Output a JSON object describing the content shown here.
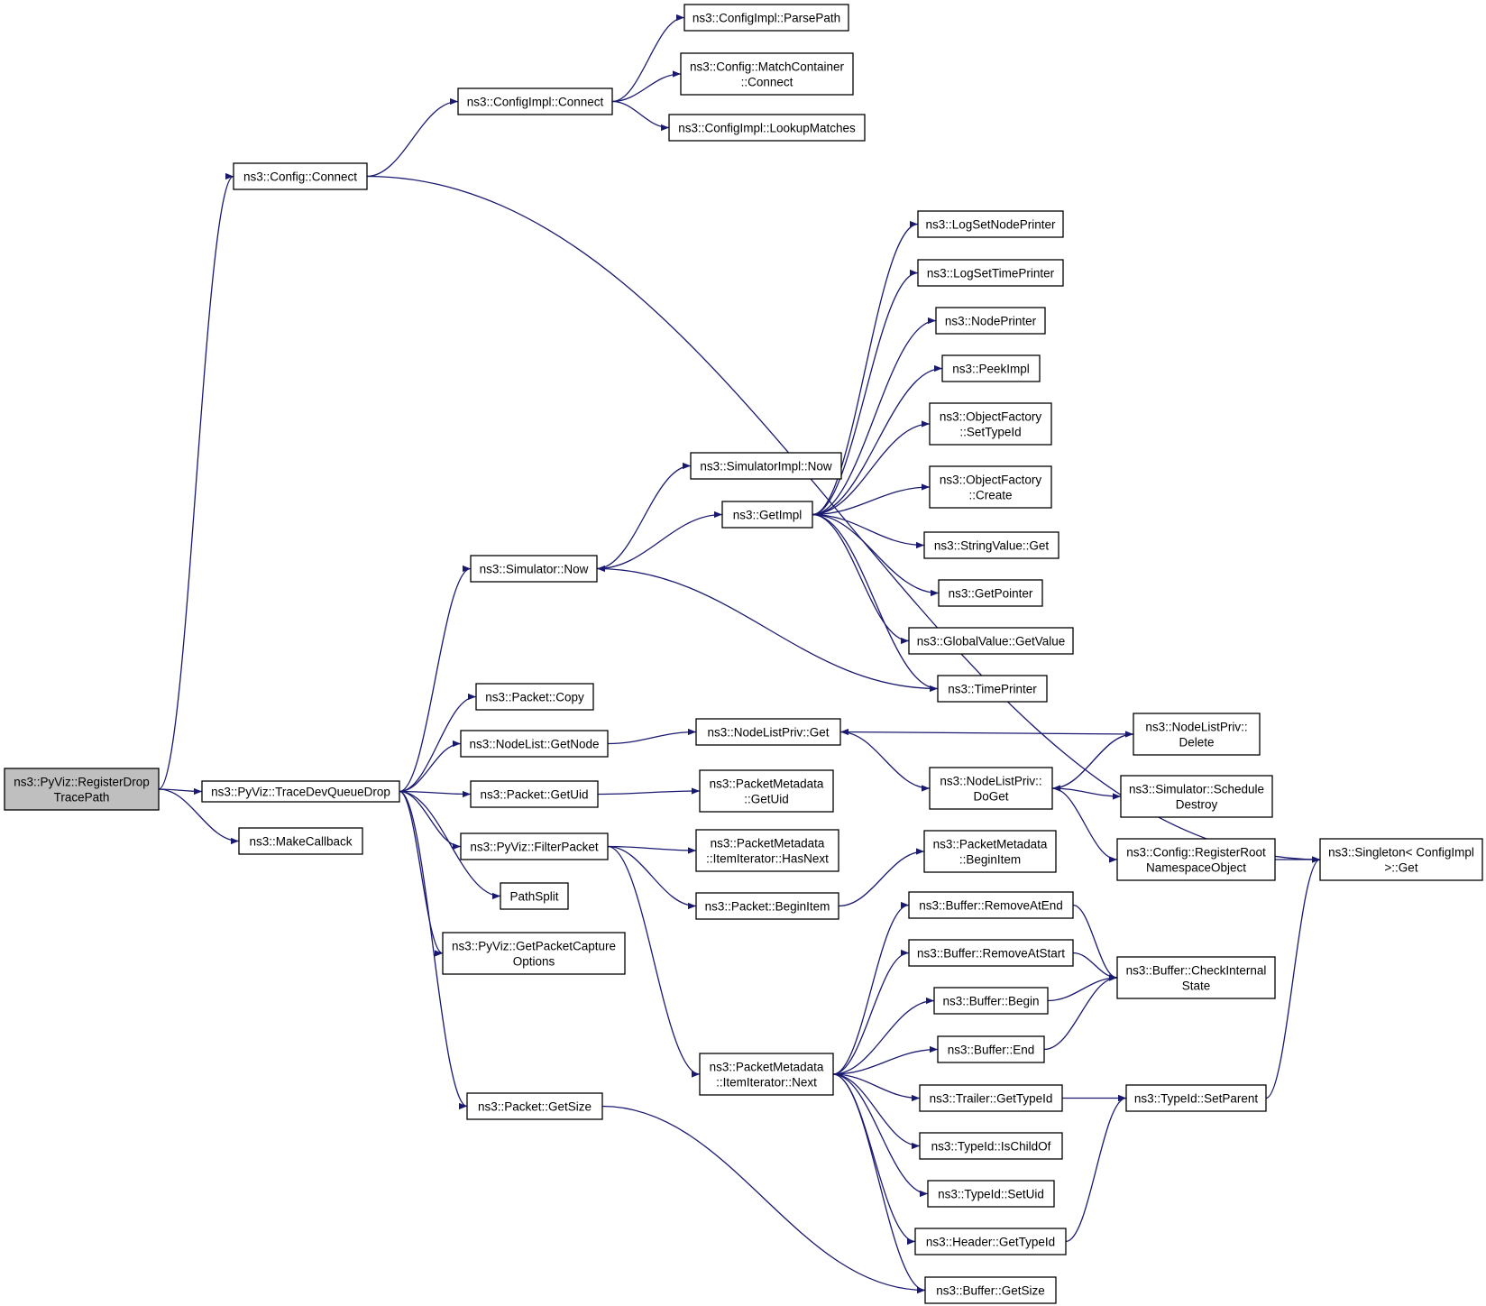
{
  "colors": {
    "edge": "#191970",
    "normal_border": "#000000",
    "truncated_border": "#ff0000",
    "root_fill": "#bfbfbf",
    "node_fill": "#ffffff"
  },
  "nodes": [
    {
      "id": "registerdrop",
      "lines": [
        "ns3::PyViz::RegisterDrop",
        "TracePath"
      ],
      "style": "root"
    },
    {
      "id": "config-connect",
      "lines": [
        "ns3::Config::Connect"
      ],
      "style": "normal"
    },
    {
      "id": "configimpl-connect",
      "lines": [
        "ns3::ConfigImpl::Connect"
      ],
      "style": "normal"
    },
    {
      "id": "configimpl-parsepath",
      "lines": [
        "ns3::ConfigImpl::ParsePath"
      ],
      "style": "normal"
    },
    {
      "id": "matchcontainer-connect",
      "lines": [
        "ns3::Config::MatchContainer",
        "::Connect"
      ],
      "style": "normal"
    },
    {
      "id": "configimpl-lookupmatches",
      "lines": [
        "ns3::ConfigImpl::LookupMatches"
      ],
      "style": "normal"
    },
    {
      "id": "tracedevqueuedrop",
      "lines": [
        "ns3::PyViz::TraceDevQueueDrop"
      ],
      "style": "normal"
    },
    {
      "id": "makecallback",
      "lines": [
        "ns3::MakeCallback"
      ],
      "style": "normal"
    },
    {
      "id": "simulator-now",
      "lines": [
        "ns3::Simulator::Now"
      ],
      "style": "normal"
    },
    {
      "id": "simulatorimpl-now",
      "lines": [
        "ns3::SimulatorImpl::Now"
      ],
      "style": "normal"
    },
    {
      "id": "getimpl",
      "lines": [
        "ns3::GetImpl"
      ],
      "style": "normal"
    },
    {
      "id": "logsetnodeprinter",
      "lines": [
        "ns3::LogSetNodePrinter"
      ],
      "style": "normal"
    },
    {
      "id": "logsettimeprinter",
      "lines": [
        "ns3::LogSetTimePrinter"
      ],
      "style": "truncated"
    },
    {
      "id": "nodeprinter",
      "lines": [
        "ns3::NodePrinter"
      ],
      "style": "truncated"
    },
    {
      "id": "peekimpl",
      "lines": [
        "ns3::PeekImpl"
      ],
      "style": "normal"
    },
    {
      "id": "objectfactory-settypeid",
      "lines": [
        "ns3::ObjectFactory",
        "::SetTypeId"
      ],
      "style": "truncated"
    },
    {
      "id": "objectfactory-create",
      "lines": [
        "ns3::ObjectFactory",
        "::Create"
      ],
      "style": "truncated"
    },
    {
      "id": "stringvalue-get",
      "lines": [
        "ns3::StringValue::Get"
      ],
      "style": "normal"
    },
    {
      "id": "getpointer",
      "lines": [
        "ns3::GetPointer"
      ],
      "style": "truncated"
    },
    {
      "id": "globalvalue-getvalue",
      "lines": [
        "ns3::GlobalValue::GetValue"
      ],
      "style": "truncated"
    },
    {
      "id": "timeprinter",
      "lines": [
        "ns3::TimePrinter"
      ],
      "style": "truncated"
    },
    {
      "id": "packet-copy",
      "lines": [
        "ns3::Packet::Copy"
      ],
      "style": "normal"
    },
    {
      "id": "nodelist-getnode",
      "lines": [
        "ns3::NodeList::GetNode"
      ],
      "style": "normal"
    },
    {
      "id": "nodelistpriv-get",
      "lines": [
        "ns3::NodeListPriv::Get"
      ],
      "style": "normal"
    },
    {
      "id": "nodelistpriv-delete",
      "lines": [
        "ns3::NodeListPriv::",
        "Delete"
      ],
      "style": "truncated"
    },
    {
      "id": "nodelistpriv-doget",
      "lines": [
        "ns3::NodeListPriv::",
        "DoGet"
      ],
      "style": "normal"
    },
    {
      "id": "simulator-scheduledestroy",
      "lines": [
        "ns3::Simulator::Schedule",
        "Destroy"
      ],
      "style": "truncated"
    },
    {
      "id": "registerroot",
      "lines": [
        "ns3::Config::RegisterRoot",
        "NamespaceObject"
      ],
      "style": "truncated"
    },
    {
      "id": "singleton-get",
      "lines": [
        "ns3::Singleton< ConfigImpl",
        " >::Get"
      ],
      "style": "normal"
    },
    {
      "id": "packet-getuid",
      "lines": [
        "ns3::Packet::GetUid"
      ],
      "style": "normal"
    },
    {
      "id": "packetmetadata-getuid",
      "lines": [
        "ns3::PacketMetadata",
        "::GetUid"
      ],
      "style": "normal"
    },
    {
      "id": "filterpacket",
      "lines": [
        "ns3::PyViz::FilterPacket"
      ],
      "style": "normal"
    },
    {
      "id": "itemiterator-hasnext",
      "lines": [
        "ns3::PacketMetadata",
        "::ItemIterator::HasNext"
      ],
      "style": "normal"
    },
    {
      "id": "packet-beginitem",
      "lines": [
        "ns3::Packet::BeginItem"
      ],
      "style": "normal"
    },
    {
      "id": "packetmetadata-beginitem",
      "lines": [
        "ns3::PacketMetadata",
        "::BeginItem"
      ],
      "style": "normal"
    },
    {
      "id": "pathsplit",
      "lines": [
        "PathSplit"
      ],
      "style": "normal"
    },
    {
      "id": "getpacketcaptureoptions",
      "lines": [
        "ns3::PyViz::GetPacketCapture",
        "Options"
      ],
      "style": "normal"
    },
    {
      "id": "packet-getsize",
      "lines": [
        "ns3::Packet::GetSize"
      ],
      "style": "normal"
    },
    {
      "id": "itemiterator-next",
      "lines": [
        "ns3::PacketMetadata",
        "::ItemIterator::Next"
      ],
      "style": "normal"
    },
    {
      "id": "buffer-removeatend",
      "lines": [
        "ns3::Buffer::RemoveAtEnd"
      ],
      "style": "normal"
    },
    {
      "id": "buffer-removeatstart",
      "lines": [
        "ns3::Buffer::RemoveAtStart"
      ],
      "style": "truncated"
    },
    {
      "id": "buffer-checkinternalstate",
      "lines": [
        "ns3::Buffer::CheckInternal",
        "State"
      ],
      "style": "normal"
    },
    {
      "id": "buffer-begin",
      "lines": [
        "ns3::Buffer::Begin"
      ],
      "style": "normal"
    },
    {
      "id": "buffer-end",
      "lines": [
        "ns3::Buffer::End"
      ],
      "style": "normal"
    },
    {
      "id": "trailer-gettypeid",
      "lines": [
        "ns3::Trailer::GetTypeId"
      ],
      "style": "normal"
    },
    {
      "id": "typeid-setparent",
      "lines": [
        "ns3::TypeId::SetParent"
      ],
      "style": "truncated"
    },
    {
      "id": "typeid-ischildof",
      "lines": [
        "ns3::TypeId::IsChildOf"
      ],
      "style": "truncated"
    },
    {
      "id": "typeid-setuid",
      "lines": [
        "ns3::TypeId::SetUid"
      ],
      "style": "normal"
    },
    {
      "id": "header-gettypeid",
      "lines": [
        "ns3::Header::GetTypeId"
      ],
      "style": "normal"
    },
    {
      "id": "buffer-getsize",
      "lines": [
        "ns3::Buffer::GetSize"
      ],
      "style": "normal"
    }
  ],
  "edges": [
    [
      "registerdrop",
      "config-connect"
    ],
    [
      "registerdrop",
      "tracedevqueuedrop"
    ],
    [
      "registerdrop",
      "makecallback"
    ],
    [
      "config-connect",
      "configimpl-connect"
    ],
    [
      "config-connect",
      "singleton-get"
    ],
    [
      "configimpl-connect",
      "configimpl-parsepath"
    ],
    [
      "configimpl-connect",
      "matchcontainer-connect"
    ],
    [
      "configimpl-connect",
      "configimpl-lookupmatches"
    ],
    [
      "tracedevqueuedrop",
      "simulator-now"
    ],
    [
      "tracedevqueuedrop",
      "packet-copy"
    ],
    [
      "tracedevqueuedrop",
      "nodelist-getnode"
    ],
    [
      "tracedevqueuedrop",
      "packet-getuid"
    ],
    [
      "tracedevqueuedrop",
      "filterpacket"
    ],
    [
      "tracedevqueuedrop",
      "pathsplit"
    ],
    [
      "tracedevqueuedrop",
      "getpacketcaptureoptions"
    ],
    [
      "tracedevqueuedrop",
      "packet-getsize"
    ],
    [
      "simulator-now",
      "simulatorimpl-now"
    ],
    [
      "simulator-now",
      "getimpl"
    ],
    [
      "getimpl",
      "logsetnodeprinter"
    ],
    [
      "getimpl",
      "logsettimeprinter"
    ],
    [
      "getimpl",
      "nodeprinter"
    ],
    [
      "getimpl",
      "peekimpl"
    ],
    [
      "getimpl",
      "objectfactory-settypeid"
    ],
    [
      "getimpl",
      "objectfactory-create"
    ],
    [
      "getimpl",
      "stringvalue-get"
    ],
    [
      "getimpl",
      "getpointer"
    ],
    [
      "getimpl",
      "globalvalue-getvalue"
    ],
    [
      "getimpl",
      "timeprinter"
    ],
    [
      "timeprinter",
      "simulator-now"
    ],
    [
      "nodelist-getnode",
      "nodelistpriv-get"
    ],
    [
      "nodelistpriv-get",
      "nodelistpriv-doget"
    ],
    [
      "nodelistpriv-delete",
      "nodelistpriv-get"
    ],
    [
      "nodelistpriv-delete",
      "nodelistpriv-doget"
    ],
    [
      "nodelistpriv-doget",
      "nodelistpriv-delete"
    ],
    [
      "nodelistpriv-doget",
      "simulator-scheduledestroy"
    ],
    [
      "nodelistpriv-doget",
      "registerroot"
    ],
    [
      "registerroot",
      "singleton-get"
    ],
    [
      "packet-getuid",
      "packetmetadata-getuid"
    ],
    [
      "filterpacket",
      "itemiterator-hasnext"
    ],
    [
      "filterpacket",
      "packet-beginitem"
    ],
    [
      "filterpacket",
      "itemiterator-next"
    ],
    [
      "packet-beginitem",
      "packetmetadata-beginitem"
    ],
    [
      "packet-getsize",
      "buffer-getsize"
    ],
    [
      "itemiterator-next",
      "buffer-removeatend"
    ],
    [
      "itemiterator-next",
      "buffer-removeatstart"
    ],
    [
      "itemiterator-next",
      "buffer-begin"
    ],
    [
      "itemiterator-next",
      "buffer-end"
    ],
    [
      "itemiterator-next",
      "trailer-gettypeid"
    ],
    [
      "itemiterator-next",
      "typeid-ischildof"
    ],
    [
      "itemiterator-next",
      "typeid-setuid"
    ],
    [
      "itemiterator-next",
      "header-gettypeid"
    ],
    [
      "itemiterator-next",
      "buffer-getsize"
    ],
    [
      "buffer-removeatend",
      "buffer-checkinternalstate"
    ],
    [
      "buffer-removeatstart",
      "buffer-checkinternalstate"
    ],
    [
      "buffer-begin",
      "buffer-checkinternalstate"
    ],
    [
      "buffer-end",
      "buffer-checkinternalstate"
    ],
    [
      "trailer-gettypeid",
      "typeid-setparent"
    ],
    [
      "header-gettypeid",
      "typeid-setparent"
    ],
    [
      "typeid-setparent",
      "singleton-get"
    ]
  ]
}
